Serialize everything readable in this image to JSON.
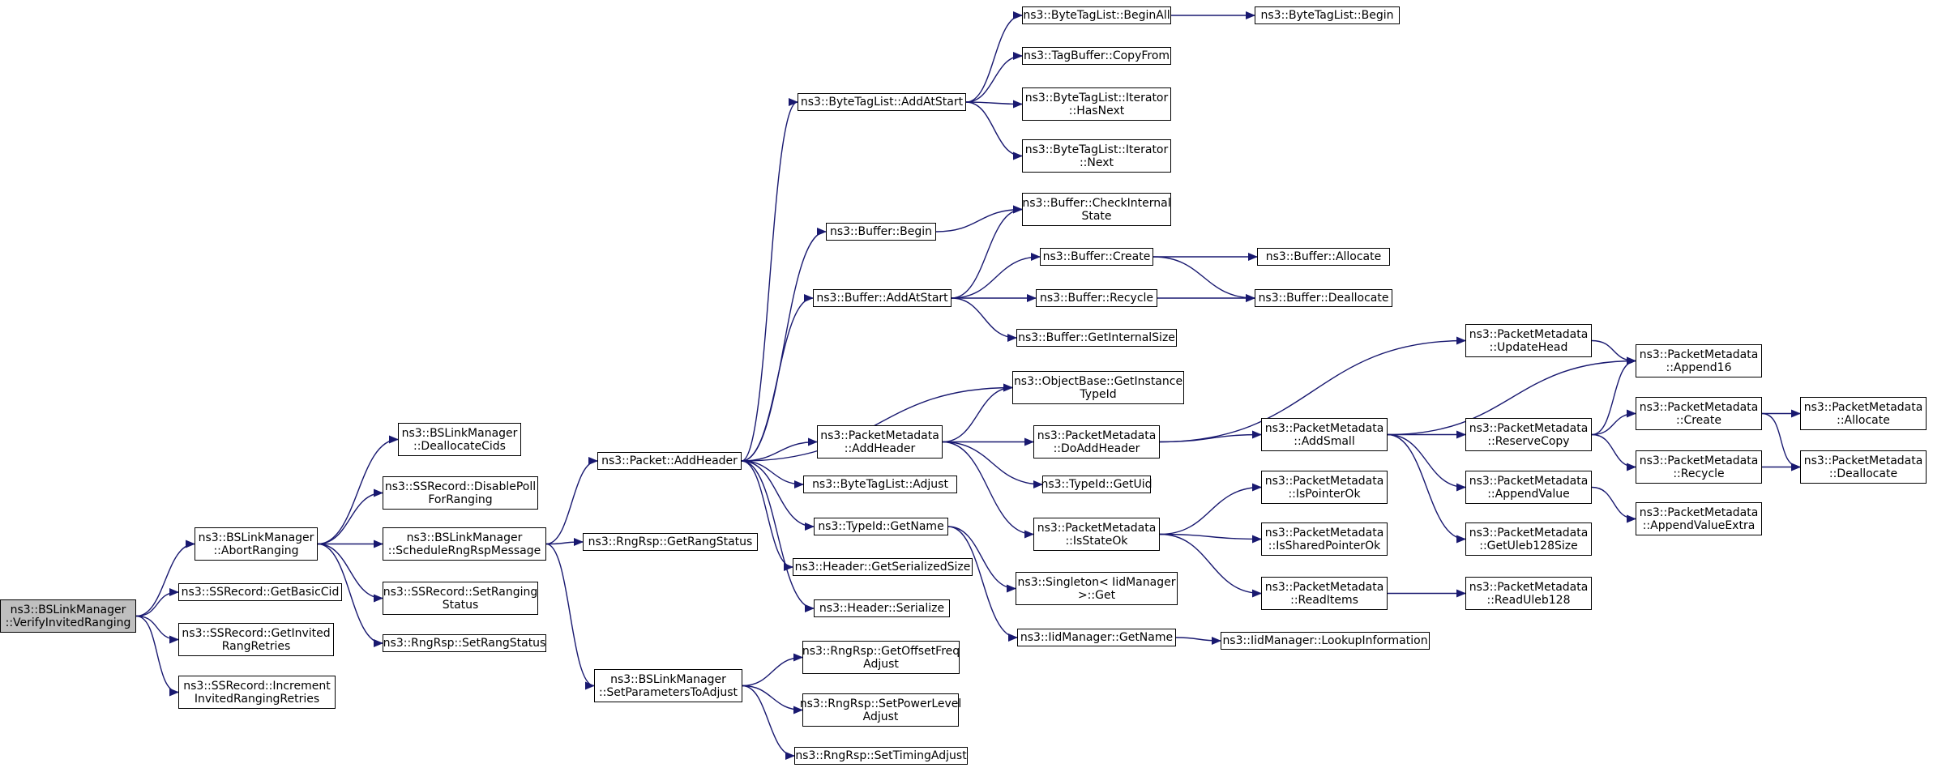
{
  "colors": {
    "edge": "#191970",
    "node_border": "#000000",
    "root_fill": "#bfbfbf",
    "node_fill": "#ffffff"
  },
  "nodes": [
    {
      "id": "n0",
      "lines": [
        "ns3::BSLinkManager",
        "::VerifyInvitedRanging"
      ]
    },
    {
      "id": "n1",
      "lines": [
        "ns3::BSLinkManager",
        "::AbortRanging"
      ]
    },
    {
      "id": "n2",
      "lines": [
        "ns3::SSRecord::GetBasicCid"
      ]
    },
    {
      "id": "n3",
      "lines": [
        "ns3::SSRecord::GetInvited",
        "RangRetries"
      ]
    },
    {
      "id": "n4",
      "lines": [
        "ns3::SSRecord::Increment",
        "InvitedRangingRetries"
      ]
    },
    {
      "id": "n5",
      "lines": [
        "ns3::BSLinkManager",
        "::DeallocateCids"
      ]
    },
    {
      "id": "n6",
      "lines": [
        "ns3::SSRecord::DisablePoll",
        "ForRanging"
      ]
    },
    {
      "id": "n7",
      "lines": [
        "ns3::BSLinkManager",
        "::ScheduleRngRspMessage"
      ]
    },
    {
      "id": "n8",
      "lines": [
        "ns3::SSRecord::SetRanging",
        "Status"
      ]
    },
    {
      "id": "n9",
      "lines": [
        "ns3::RngRsp::SetRangStatus"
      ]
    },
    {
      "id": "n10",
      "lines": [
        "ns3::Packet::AddHeader"
      ]
    },
    {
      "id": "n11",
      "lines": [
        "ns3::RngRsp::GetRangStatus"
      ]
    },
    {
      "id": "n12",
      "lines": [
        "ns3::BSLinkManager",
        "::SetParametersToAdjust"
      ]
    },
    {
      "id": "n13",
      "lines": [
        "ns3::ByteTagList::AddAtStart"
      ]
    },
    {
      "id": "n14",
      "lines": [
        "ns3::Buffer::Begin"
      ]
    },
    {
      "id": "n15",
      "lines": [
        "ns3::Buffer::AddAtStart"
      ]
    },
    {
      "id": "n16",
      "lines": [
        "ns3::PacketMetadata",
        "::AddHeader"
      ]
    },
    {
      "id": "n17",
      "lines": [
        "ns3::ByteTagList::Adjust"
      ]
    },
    {
      "id": "n18",
      "lines": [
        "ns3::TypeId::GetName"
      ]
    },
    {
      "id": "n19",
      "lines": [
        "ns3::Header::GetSerializedSize"
      ]
    },
    {
      "id": "n20",
      "lines": [
        "ns3::Header::Serialize"
      ]
    },
    {
      "id": "n21",
      "lines": [
        "ns3::RngRsp::GetOffsetFreq",
        "Adjust"
      ]
    },
    {
      "id": "n22",
      "lines": [
        "ns3::RngRsp::SetPowerLevel",
        "Adjust"
      ]
    },
    {
      "id": "n23",
      "lines": [
        "ns3::RngRsp::SetTimingAdjust"
      ]
    },
    {
      "id": "n24",
      "lines": [
        "ns3::ByteTagList::BeginAll"
      ]
    },
    {
      "id": "n25",
      "lines": [
        "ns3::TagBuffer::CopyFrom"
      ]
    },
    {
      "id": "n26",
      "lines": [
        "ns3::ByteTagList::Iterator",
        "::HasNext"
      ]
    },
    {
      "id": "n27",
      "lines": [
        "ns3::ByteTagList::Iterator",
        "::Next"
      ]
    },
    {
      "id": "n28",
      "lines": [
        "ns3::Buffer::CheckInternal",
        "State"
      ]
    },
    {
      "id": "n29",
      "lines": [
        "ns3::Buffer::Create"
      ]
    },
    {
      "id": "n30",
      "lines": [
        "ns3::Buffer::Recycle"
      ]
    },
    {
      "id": "n31",
      "lines": [
        "ns3::Buffer::GetInternalSize"
      ]
    },
    {
      "id": "n32",
      "lines": [
        "ns3::ObjectBase::GetInstance",
        "TypeId"
      ]
    },
    {
      "id": "n33",
      "lines": [
        "ns3::PacketMetadata",
        "::DoAddHeader"
      ]
    },
    {
      "id": "n34",
      "lines": [
        "ns3::TypeId::GetUid"
      ]
    },
    {
      "id": "n35",
      "lines": [
        "ns3::PacketMetadata",
        "::IsStateOk"
      ]
    },
    {
      "id": "n36",
      "lines": [
        "ns3::Singleton< IidManager",
        ">::Get"
      ]
    },
    {
      "id": "n37",
      "lines": [
        "ns3::IidManager::GetName"
      ]
    },
    {
      "id": "n38",
      "lines": [
        "ns3::ByteTagList::Begin"
      ]
    },
    {
      "id": "n39",
      "lines": [
        "ns3::Buffer::Allocate"
      ]
    },
    {
      "id": "n40",
      "lines": [
        "ns3::Buffer::Deallocate"
      ]
    },
    {
      "id": "n41",
      "lines": [
        "ns3::PacketMetadata",
        "::UpdateHead"
      ]
    },
    {
      "id": "n42",
      "lines": [
        "ns3::PacketMetadata",
        "::AddSmall"
      ]
    },
    {
      "id": "n43",
      "lines": [
        "ns3::PacketMetadata",
        "::IsPointerOk"
      ]
    },
    {
      "id": "n44",
      "lines": [
        "ns3::PacketMetadata",
        "::IsSharedPointerOk"
      ]
    },
    {
      "id": "n45",
      "lines": [
        "ns3::PacketMetadata",
        "::ReadItems"
      ]
    },
    {
      "id": "n46",
      "lines": [
        "ns3::IidManager::LookupInformation"
      ]
    },
    {
      "id": "n47",
      "lines": [
        "ns3::PacketMetadata",
        "::Append16"
      ]
    },
    {
      "id": "n48",
      "lines": [
        "ns3::PacketMetadata",
        "::ReserveCopy"
      ]
    },
    {
      "id": "n49",
      "lines": [
        "ns3::PacketMetadata",
        "::AppendValue"
      ]
    },
    {
      "id": "n50",
      "lines": [
        "ns3::PacketMetadata",
        "::GetUleb128Size"
      ]
    },
    {
      "id": "n51",
      "lines": [
        "ns3::PacketMetadata",
        "::ReadUleb128"
      ]
    },
    {
      "id": "n52",
      "lines": [
        "ns3::PacketMetadata",
        "::Create"
      ]
    },
    {
      "id": "n53",
      "lines": [
        "ns3::PacketMetadata",
        "::Recycle"
      ]
    },
    {
      "id": "n54",
      "lines": [
        "ns3::PacketMetadata",
        "::AppendValueExtra"
      ]
    },
    {
      "id": "n55",
      "lines": [
        "ns3::PacketMetadata",
        "::Allocate"
      ]
    },
    {
      "id": "n56",
      "lines": [
        "ns3::PacketMetadata",
        "::Deallocate"
      ]
    }
  ],
  "edges": [
    [
      "n0",
      "n1"
    ],
    [
      "n0",
      "n2"
    ],
    [
      "n0",
      "n3"
    ],
    [
      "n0",
      "n4"
    ],
    [
      "n1",
      "n5"
    ],
    [
      "n1",
      "n6"
    ],
    [
      "n1",
      "n7"
    ],
    [
      "n1",
      "n8"
    ],
    [
      "n1",
      "n9"
    ],
    [
      "n7",
      "n10"
    ],
    [
      "n7",
      "n11"
    ],
    [
      "n7",
      "n12"
    ],
    [
      "n10",
      "n13"
    ],
    [
      "n10",
      "n14"
    ],
    [
      "n10",
      "n15"
    ],
    [
      "n10",
      "n32"
    ],
    [
      "n10",
      "n16"
    ],
    [
      "n10",
      "n17"
    ],
    [
      "n10",
      "n18"
    ],
    [
      "n10",
      "n19"
    ],
    [
      "n10",
      "n20"
    ],
    [
      "n12",
      "n21"
    ],
    [
      "n12",
      "n22"
    ],
    [
      "n12",
      "n23"
    ],
    [
      "n13",
      "n24"
    ],
    [
      "n13",
      "n25"
    ],
    [
      "n13",
      "n26"
    ],
    [
      "n13",
      "n27"
    ],
    [
      "n14",
      "n28"
    ],
    [
      "n15",
      "n28"
    ],
    [
      "n15",
      "n29"
    ],
    [
      "n15",
      "n30"
    ],
    [
      "n15",
      "n31"
    ],
    [
      "n16",
      "n32"
    ],
    [
      "n16",
      "n33"
    ],
    [
      "n16",
      "n34"
    ],
    [
      "n16",
      "n35"
    ],
    [
      "n18",
      "n36"
    ],
    [
      "n18",
      "n37"
    ],
    [
      "n24",
      "n38"
    ],
    [
      "n29",
      "n39"
    ],
    [
      "n29",
      "n40"
    ],
    [
      "n30",
      "n40"
    ],
    [
      "n33",
      "n41"
    ],
    [
      "n33",
      "n42"
    ],
    [
      "n35",
      "n43"
    ],
    [
      "n35",
      "n44"
    ],
    [
      "n35",
      "n45"
    ],
    [
      "n37",
      "n46"
    ],
    [
      "n41",
      "n47"
    ],
    [
      "n42",
      "n47"
    ],
    [
      "n42",
      "n48"
    ],
    [
      "n42",
      "n49"
    ],
    [
      "n42",
      "n50"
    ],
    [
      "n45",
      "n51"
    ],
    [
      "n48",
      "n47"
    ],
    [
      "n48",
      "n52"
    ],
    [
      "n48",
      "n53"
    ],
    [
      "n49",
      "n54"
    ],
    [
      "n52",
      "n55"
    ],
    [
      "n52",
      "n56"
    ],
    [
      "n53",
      "n56"
    ]
  ]
}
